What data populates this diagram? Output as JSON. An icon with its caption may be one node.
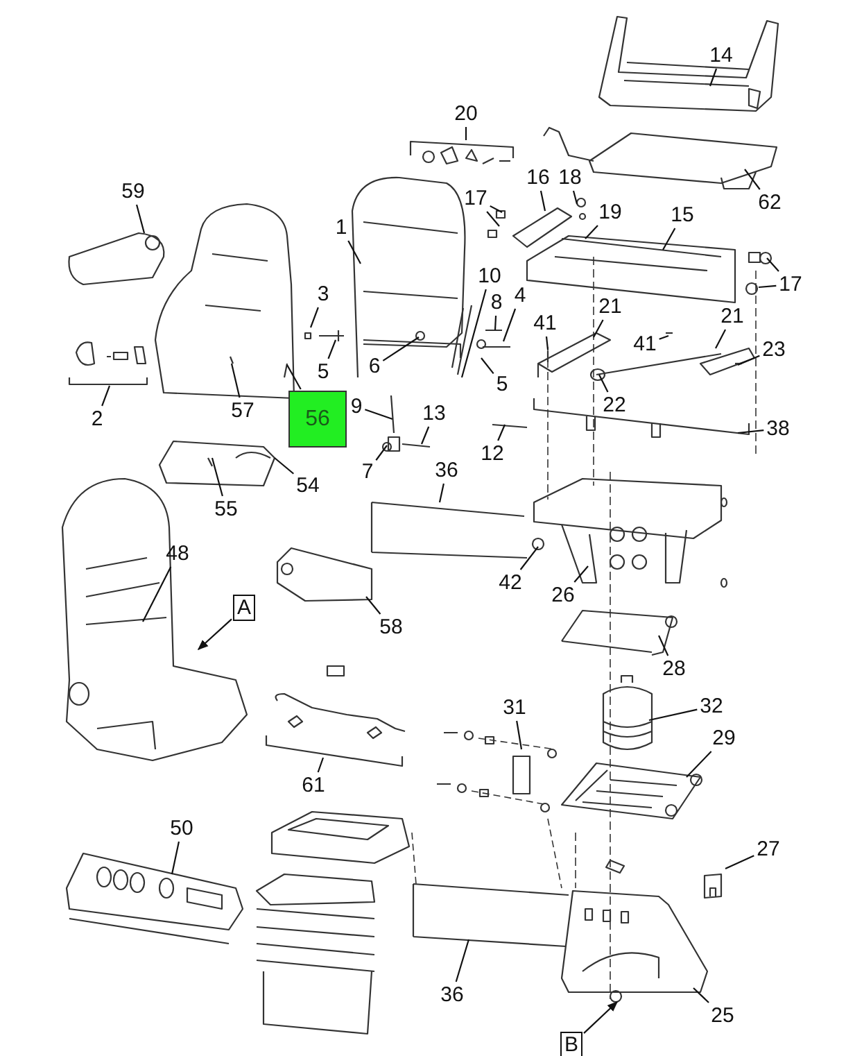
{
  "diagram": {
    "nodes": [
      {
        "text": [
          "14"
        ]
      },
      {
        "text": [
          "20"
        ]
      },
      {
        "text": [
          "59"
        ]
      },
      {
        "text": [
          "16"
        ]
      },
      {
        "text": [
          "18"
        ]
      },
      {
        "text": [
          "62"
        ]
      },
      {
        "text": [
          "17"
        ]
      },
      {
        "text": [
          "19"
        ]
      },
      {
        "text": [
          "15"
        ]
      },
      {
        "text": [
          "1"
        ]
      },
      {
        "text": [
          "10"
        ]
      },
      {
        "text": [
          "4"
        ]
      },
      {
        "text": [
          "8"
        ]
      },
      {
        "text": [
          "17"
        ]
      },
      {
        "text": [
          "3"
        ]
      },
      {
        "text": [
          "21"
        ]
      },
      {
        "text": [
          "41"
        ]
      },
      {
        "text": [
          "21"
        ]
      },
      {
        "text": [
          "41"
        ]
      },
      {
        "text": [
          "23"
        ]
      },
      {
        "text": [
          "6"
        ]
      },
      {
        "text": [
          "5"
        ]
      },
      {
        "text": [
          "5"
        ]
      },
      {
        "text": [
          "57"
        ]
      },
      {
        "text": [
          "56"
        ]
      },
      {
        "text": [
          "2"
        ]
      },
      {
        "text": [
          "9"
        ]
      },
      {
        "text": [
          "22"
        ]
      },
      {
        "text": [
          "13"
        ]
      },
      {
        "text": [
          "38"
        ]
      },
      {
        "text": [
          "12"
        ]
      },
      {
        "text": [
          "7"
        ]
      },
      {
        "text": [
          "54"
        ]
      },
      {
        "text": [
          "36"
        ]
      },
      {
        "text": [
          "55"
        ]
      },
      {
        "text": [
          "48"
        ]
      },
      {
        "text": [
          "42"
        ]
      },
      {
        "text": [
          "26"
        ]
      },
      {
        "text": [
          "A"
        ]
      },
      {
        "text": [
          "58"
        ]
      },
      {
        "text": [
          "28"
        ]
      },
      {
        "text": [
          "31"
        ]
      },
      {
        "text": [
          "32"
        ]
      },
      {
        "text": [
          "29"
        ]
      },
      {
        "text": [
          "61"
        ]
      },
      {
        "text": [
          "50"
        ]
      },
      {
        "text": [
          "27"
        ]
      },
      {
        "text": [
          "36"
        ]
      },
      {
        "text": [
          "25"
        ]
      },
      {
        "text": [
          "B"
        ]
      }
    ],
    "edges": [
      {
        "from": 0,
        "to": null,
        "arrow": "none"
      },
      {
        "from": 1,
        "to": null,
        "arrow": "none"
      },
      {
        "from": 2,
        "to": null,
        "arrow": "none"
      },
      {
        "from": 3,
        "to": null,
        "arrow": "none"
      },
      {
        "from": 4,
        "to": null,
        "arrow": "none"
      },
      {
        "from": 5,
        "to": null,
        "arrow": "none"
      },
      {
        "from": 6,
        "to": null,
        "arrow": "none"
      },
      {
        "from": 6,
        "to": null,
        "arrow": "none"
      },
      {
        "from": 7,
        "to": null,
        "arrow": "none"
      },
      {
        "from": 8,
        "to": null,
        "arrow": "none"
      },
      {
        "from": 9,
        "to": null,
        "arrow": "none"
      },
      {
        "from": 10,
        "to": null,
        "arrow": "none"
      },
      {
        "from": 11,
        "to": null,
        "arrow": "none"
      },
      {
        "from": 12,
        "to": null,
        "arrow": "none"
      },
      {
        "from": 13,
        "to": null,
        "arrow": "none"
      },
      {
        "from": 13,
        "to": null,
        "arrow": "none"
      },
      {
        "from": 14,
        "to": null,
        "arrow": "none"
      },
      {
        "from": 15,
        "to": null,
        "arrow": "none"
      },
      {
        "from": 16,
        "to": null,
        "arrow": "none"
      },
      {
        "from": 17,
        "to": null,
        "arrow": "none"
      },
      {
        "from": 18,
        "to": null,
        "arrow": "none"
      },
      {
        "from": 19,
        "to": null,
        "arrow": "none"
      },
      {
        "from": 20,
        "to": null,
        "arrow": "none"
      },
      {
        "from": 21,
        "to": null,
        "arrow": "none"
      },
      {
        "from": 22,
        "to": null,
        "arrow": "none"
      },
      {
        "from": 23,
        "to": null,
        "arrow": "none"
      },
      {
        "from": 24,
        "to": null,
        "arrow": "none"
      },
      {
        "from": 25,
        "to": null,
        "arrow": "none"
      },
      {
        "from": 26,
        "to": null,
        "arrow": "none"
      },
      {
        "from": 27,
        "to": null,
        "arrow": "none"
      },
      {
        "from": 28,
        "to": null,
        "arrow": "none"
      },
      {
        "from": 29,
        "to": null,
        "arrow": "none"
      },
      {
        "from": 30,
        "to": null,
        "arrow": "none"
      },
      {
        "from": 31,
        "to": null,
        "arrow": "none"
      },
      {
        "from": 32,
        "to": null,
        "arrow": "none"
      },
      {
        "from": 33,
        "to": null,
        "arrow": "none"
      },
      {
        "from": 34,
        "to": null,
        "arrow": "none"
      },
      {
        "from": 35,
        "to": null,
        "arrow": "none"
      },
      {
        "from": 36,
        "to": null,
        "arrow": "none"
      },
      {
        "from": 37,
        "to": null,
        "arrow": "none"
      },
      {
        "from": 38,
        "to": null,
        "arrow": "to"
      },
      {
        "from": 39,
        "to": null,
        "arrow": "none"
      },
      {
        "from": 40,
        "to": null,
        "arrow": "none"
      },
      {
        "from": 41,
        "to": null,
        "arrow": "none"
      },
      {
        "from": 42,
        "to": null,
        "arrow": "none"
      },
      {
        "from": 43,
        "to": null,
        "arrow": "none"
      },
      {
        "from": 44,
        "to": null,
        "arrow": "none"
      },
      {
        "from": 45,
        "to": null,
        "arrow": "none"
      },
      {
        "from": 46,
        "to": null,
        "arrow": "none"
      },
      {
        "from": 47,
        "to": null,
        "arrow": "none"
      },
      {
        "from": 48,
        "to": null,
        "arrow": "none"
      },
      {
        "from": 49,
        "to": null,
        "arrow": "to"
      }
    ]
  }
}
